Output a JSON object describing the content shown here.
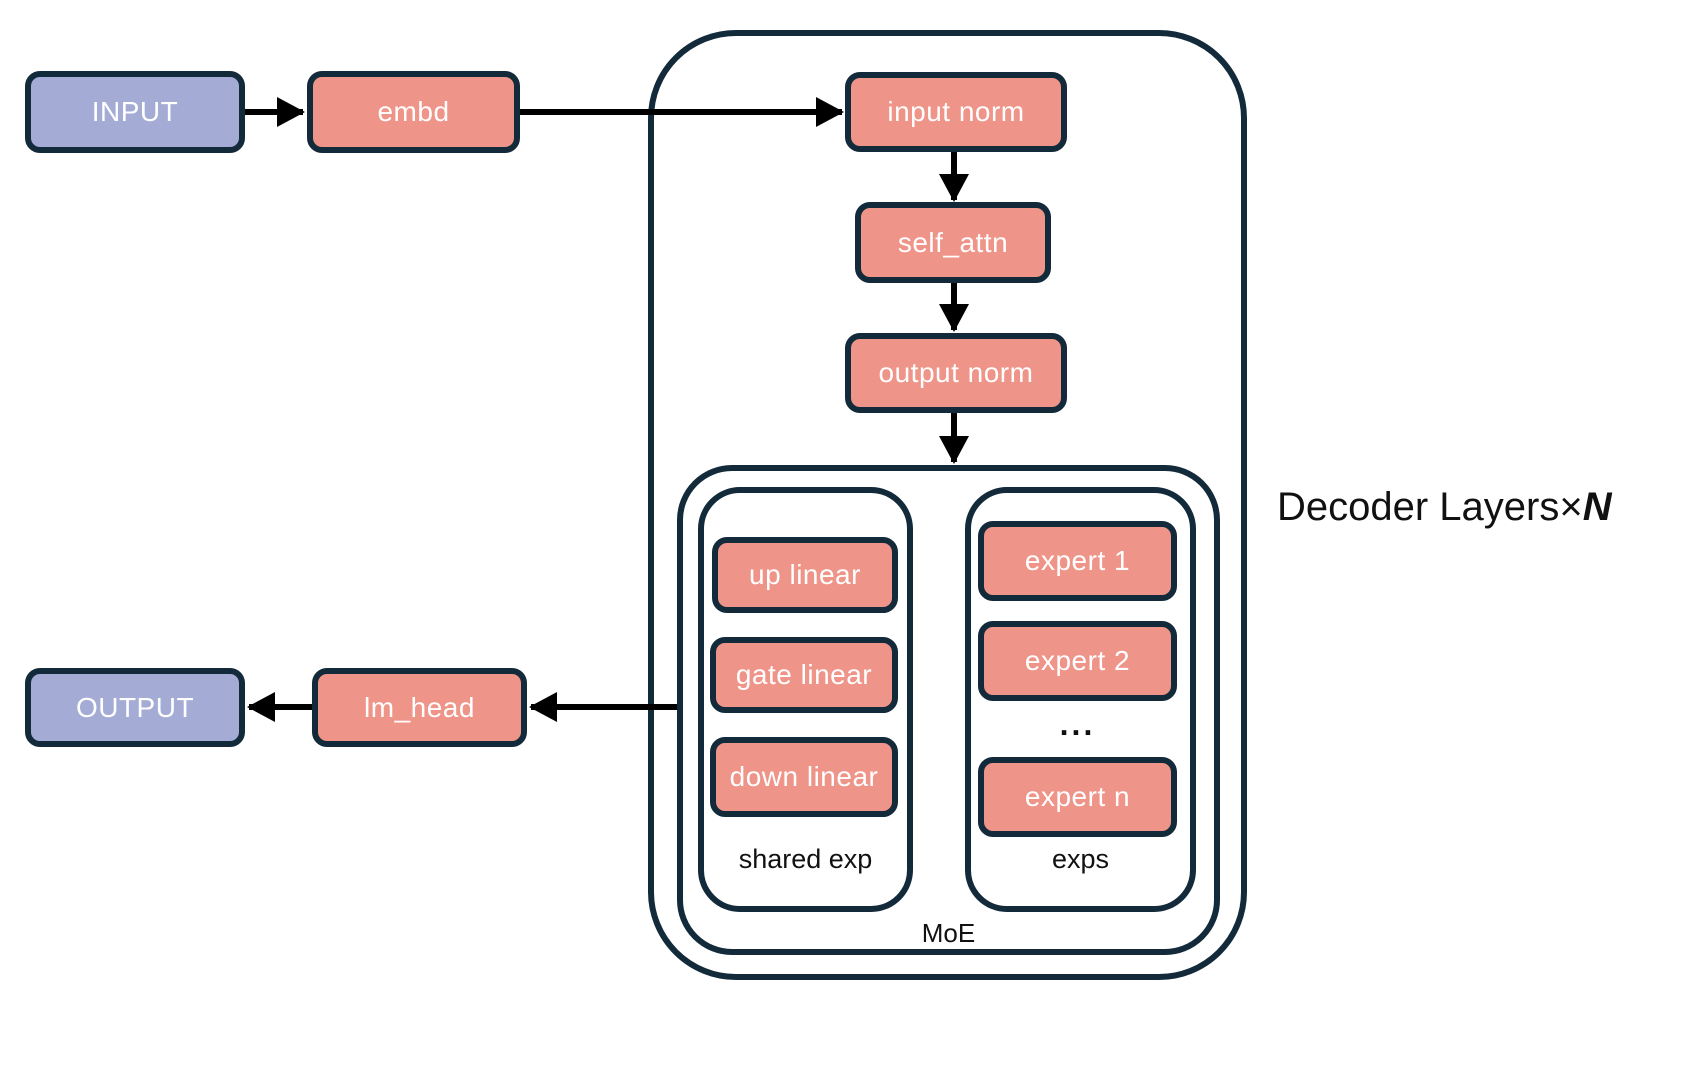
{
  "diagram": {
    "nodes": {
      "input": "INPUT",
      "embd": "embd",
      "input_norm": "input norm",
      "self_attn": "self_attn",
      "output_norm": "output norm",
      "up_linear": "up linear",
      "gate_linear": "gate linear",
      "down_linear": "down linear",
      "expert_1": "expert 1",
      "expert_2": "expert 2",
      "expert_ellipsis": "...",
      "expert_n": "expert n",
      "lm_head": "lm_head",
      "output": "OUTPUT"
    },
    "labels": {
      "shared_exp": "shared exp",
      "exps": "exps",
      "moe": "MoE",
      "decoder_layers_prefix": "Decoder Layers×",
      "decoder_layers_n": "N"
    },
    "colors": {
      "io_fill": "#a4abd4",
      "module_fill": "#ef9489",
      "outline": "#132a3a",
      "arrow": "#000000",
      "node_text": "#ffffff",
      "label_text": "#111111"
    }
  }
}
